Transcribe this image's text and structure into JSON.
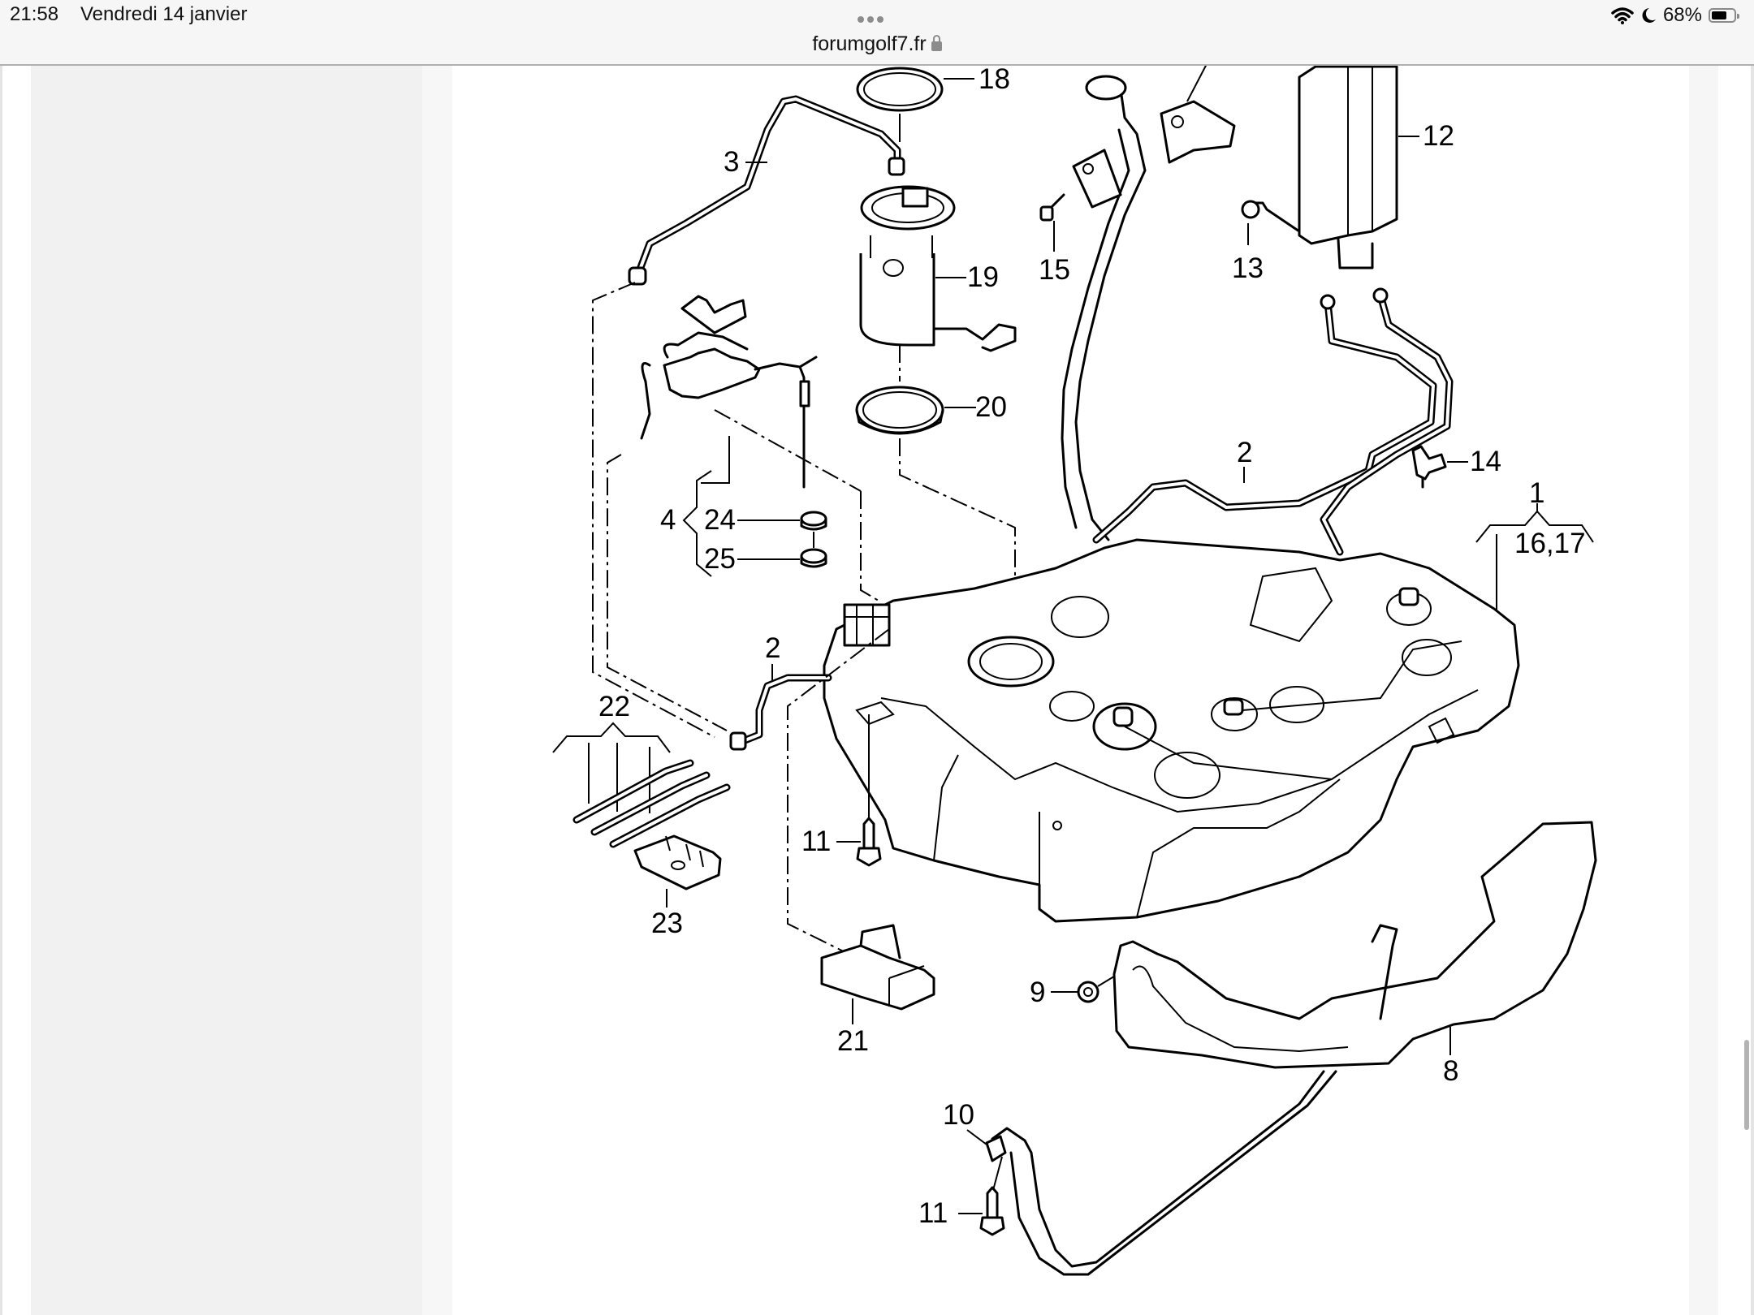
{
  "status_bar": {
    "time": "21:58",
    "date": "Vendredi 14 janvier",
    "battery_percent": "68%",
    "battery_level": 0.68,
    "icons": [
      "wifi-icon",
      "moon-icon",
      "battery-icon"
    ]
  },
  "browser": {
    "url": "forumgolf7.fr",
    "secure_icon": "lock-icon",
    "tab_dots_icon": "more-dots-icon"
  },
  "diagram": {
    "description": "Exploded parts diagram of fuel tank assembly",
    "callouts": [
      {
        "id": "c18",
        "text": "18"
      },
      {
        "id": "c3",
        "text": "3"
      },
      {
        "id": "c12",
        "text": "12"
      },
      {
        "id": "c19",
        "text": "19"
      },
      {
        "id": "c15",
        "text": "15"
      },
      {
        "id": "c13",
        "text": "13"
      },
      {
        "id": "c20",
        "text": "20"
      },
      {
        "id": "c2a",
        "text": "2"
      },
      {
        "id": "c14",
        "text": "14"
      },
      {
        "id": "c1",
        "text": "1"
      },
      {
        "id": "c1617",
        "text": "16,17"
      },
      {
        "id": "c4",
        "text": "4"
      },
      {
        "id": "c24",
        "text": "24"
      },
      {
        "id": "c25",
        "text": "25"
      },
      {
        "id": "c2b",
        "text": "2"
      },
      {
        "id": "c22",
        "text": "22"
      },
      {
        "id": "c11a",
        "text": "11"
      },
      {
        "id": "c23",
        "text": "23"
      },
      {
        "id": "c9",
        "text": "9"
      },
      {
        "id": "c21",
        "text": "21"
      },
      {
        "id": "c8",
        "text": "8"
      },
      {
        "id": "c10",
        "text": "10"
      },
      {
        "id": "c11b",
        "text": "11"
      }
    ]
  }
}
